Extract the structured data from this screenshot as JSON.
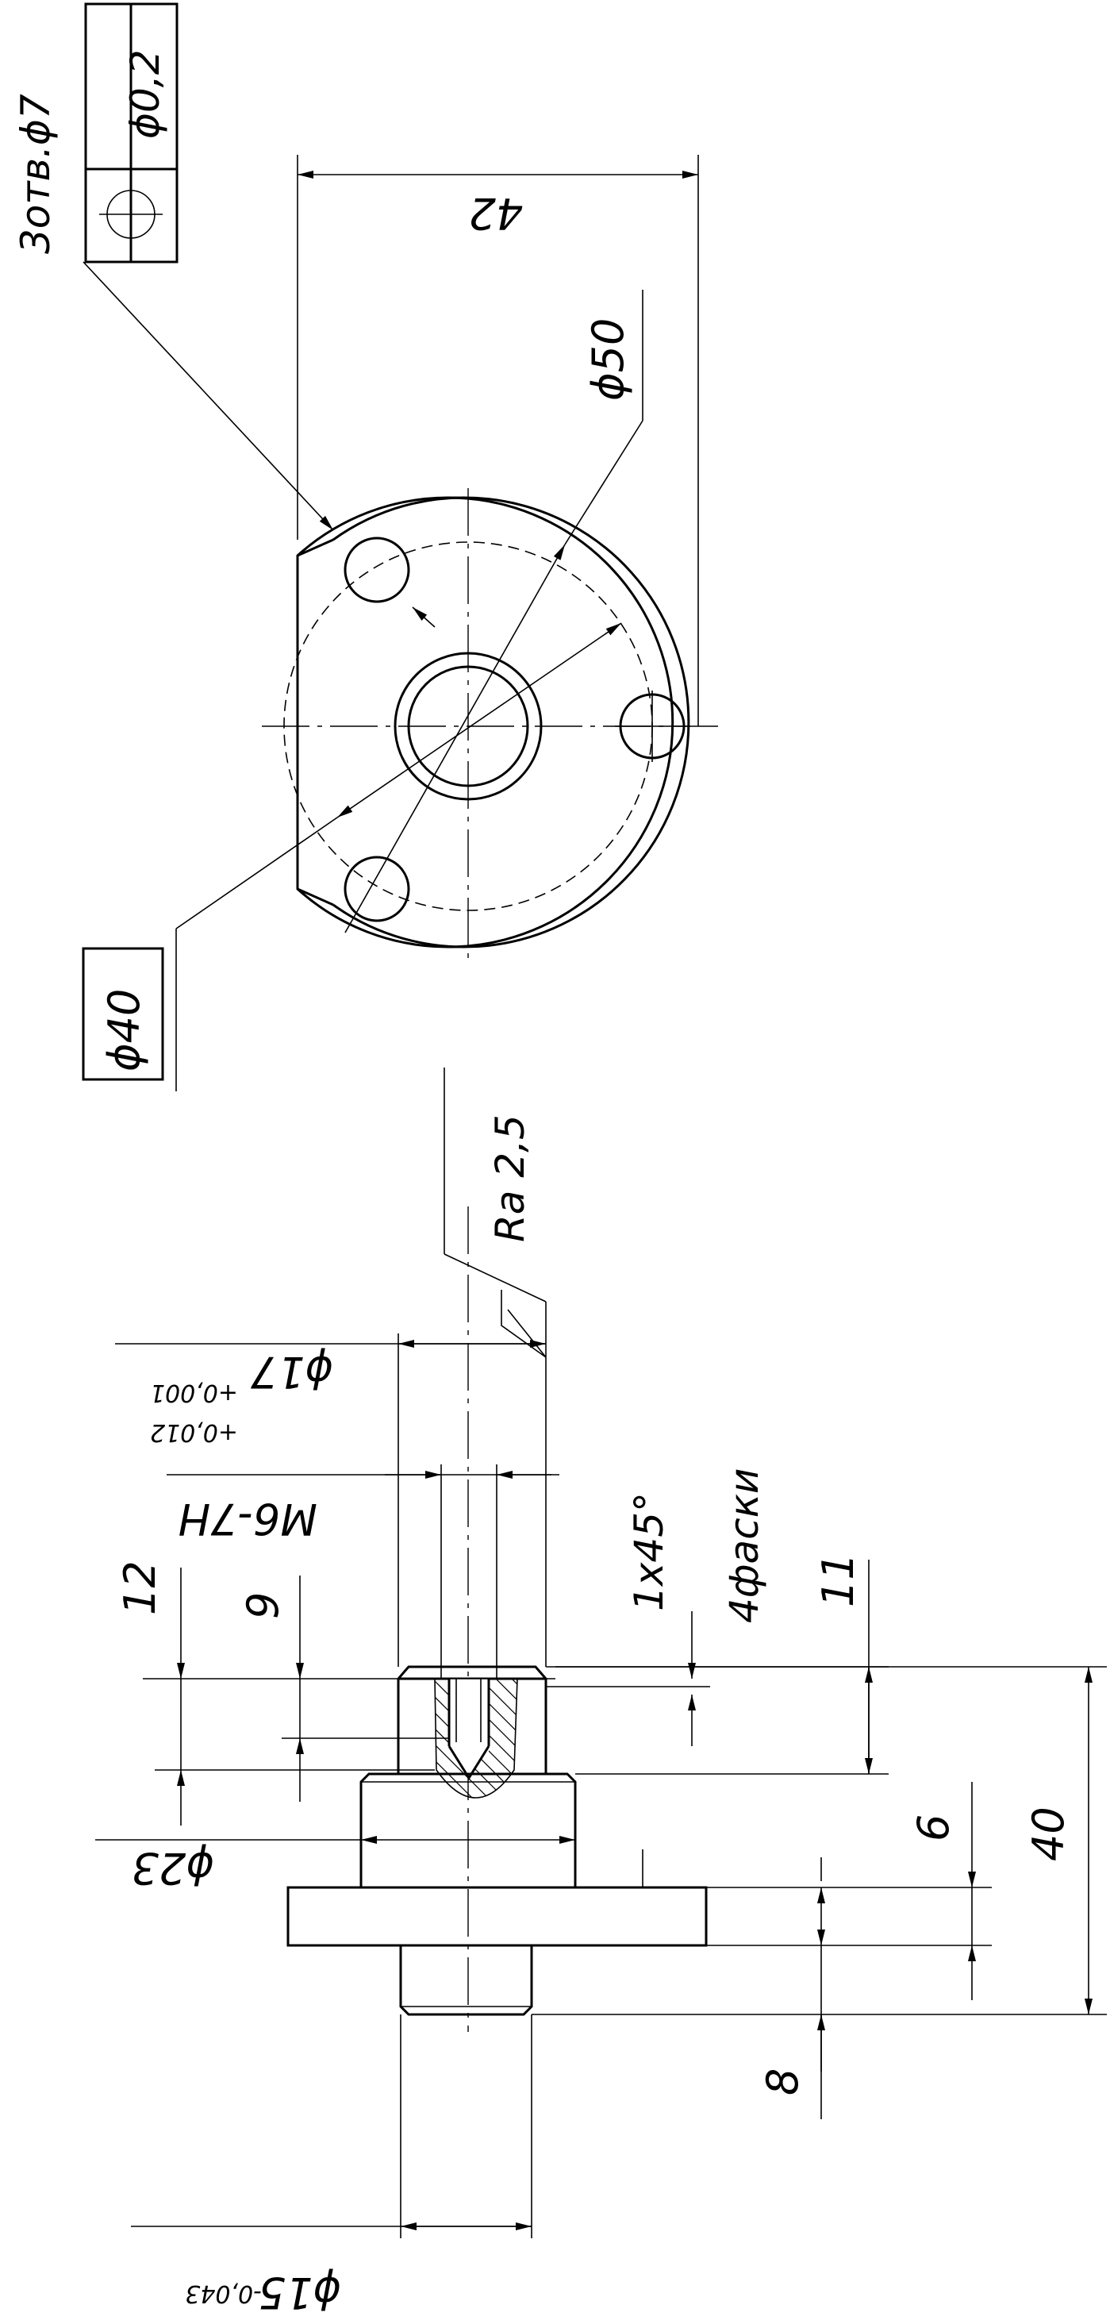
{
  "side_view": {
    "surface_roughness": "Ra 2,5",
    "dim_diameter_17": "ϕ17",
    "dim_diameter_17_tol_upper": "+0,012",
    "dim_diameter_17_tol_lower": "+0,001",
    "thread": "M6-7H",
    "dim_12": "12",
    "dim_9": "9",
    "chamfer": "1x45°",
    "chamfer_note": "4фаски",
    "dim_11": "11",
    "dim_diameter_23": "ϕ23",
    "dim_6": "6",
    "dim_40": "40",
    "dim_8": "8",
    "dim_diameter_15": "ϕ15",
    "dim_diameter_15_tol": "-0,043"
  },
  "top_view": {
    "holes_note": "3отв.ϕ7",
    "position_tolerance_value": "ϕ0,2",
    "dim_42": "42",
    "dim_diameter_50": "ϕ50",
    "dim_diameter_40_boxed": "ϕ40"
  }
}
